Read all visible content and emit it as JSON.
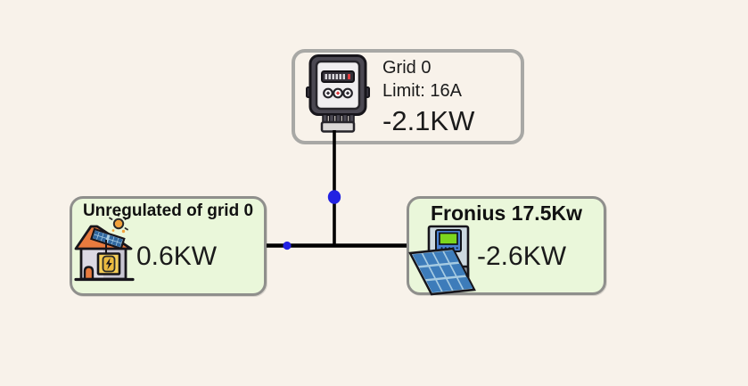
{
  "colors": {
    "background": "#f8f2ea",
    "wire": "#000000",
    "junction_blue": "#2222e2",
    "node_green_bg": "#eaf7da",
    "node_green_border": "#8f8f8c",
    "grid_box_bg": "#f8f2ea",
    "grid_box_border": "#a8a8a5",
    "text": "#1b1b1b"
  },
  "nodes": {
    "grid": {
      "title": "Grid 0",
      "limit": "Limit: 16A",
      "power": "-2.1KW",
      "icon": "electricity-meter-icon"
    },
    "unregulated_load": {
      "title": "Unregulated of grid 0",
      "power": "0.6KW",
      "icon": "solar-house-icon"
    },
    "inverter": {
      "title": "Fronius 17.5Kw",
      "power": "-2.6KW",
      "icon": "solar-inverter-icon"
    }
  }
}
